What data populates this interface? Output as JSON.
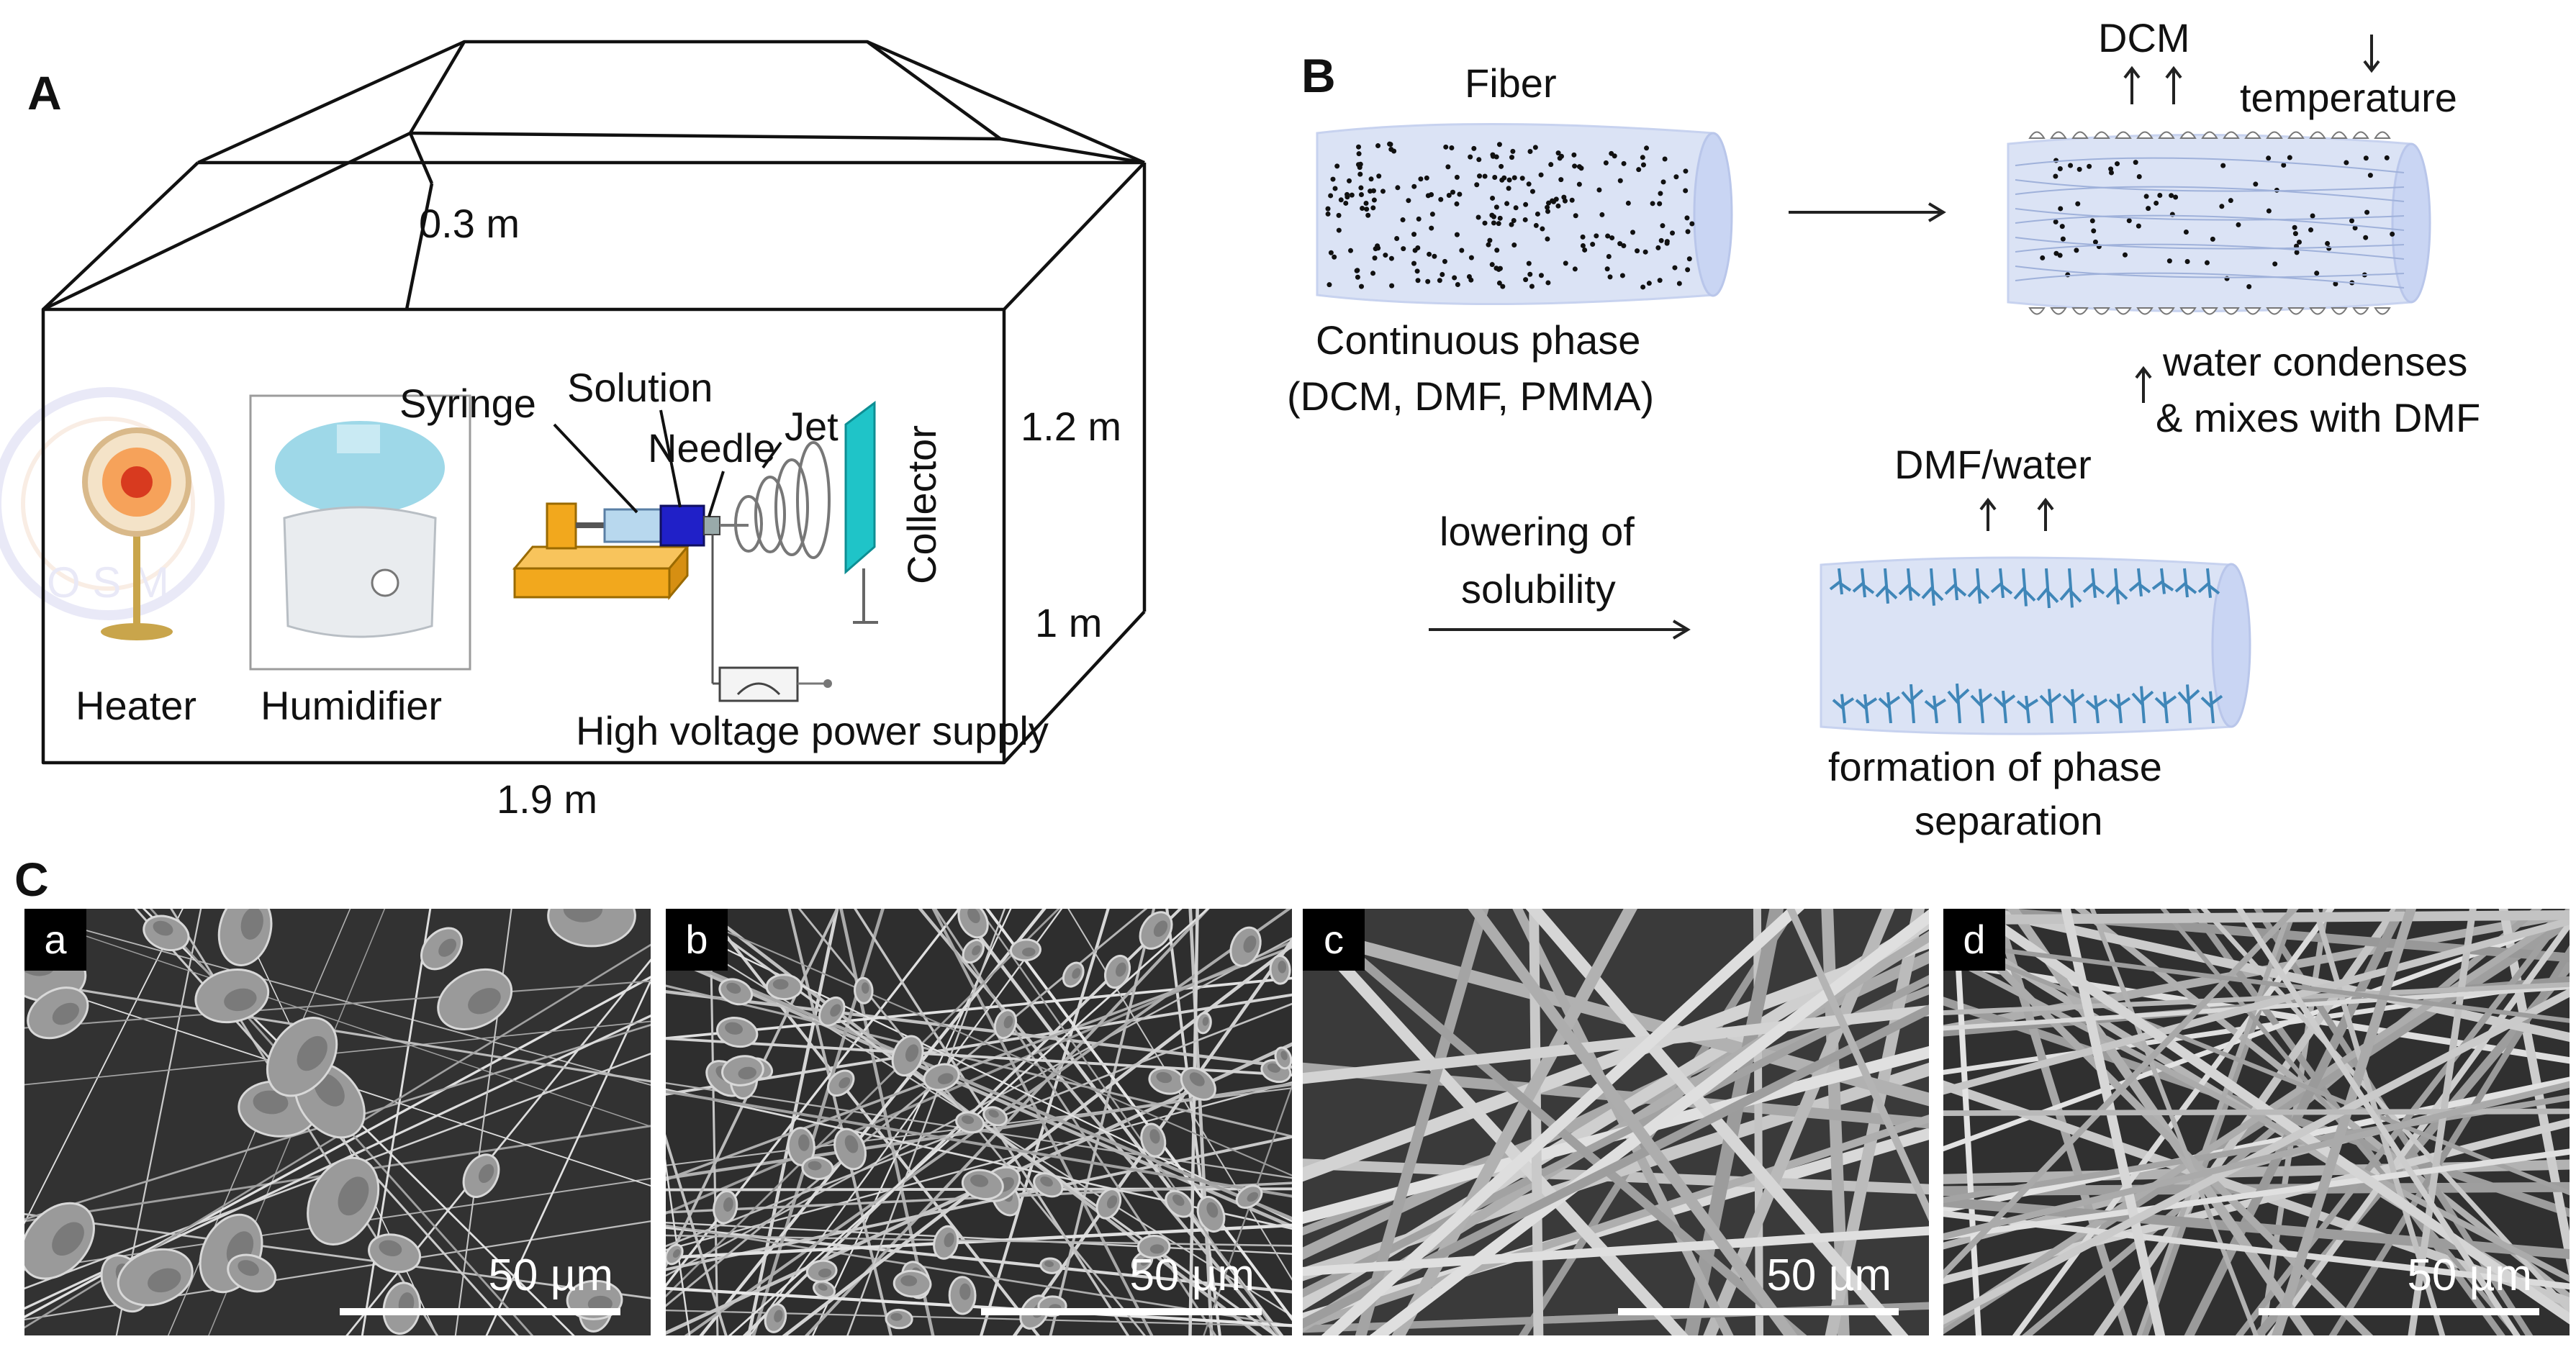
{
  "panel_labels": {
    "a": "A",
    "b": "B",
    "c": "C"
  },
  "panel_a": {
    "dimensions": {
      "depth": "0.3 m",
      "height": "1.2 m",
      "width_depth": "1 m",
      "length": "1.9 m"
    },
    "components": {
      "heater": "Heater",
      "humidifier": "Humidifier",
      "syringe": "Syringe",
      "solution": "Solution",
      "needle": "Needle",
      "jet": "Jet",
      "collector": "Collector",
      "power_supply": "High voltage  power supply"
    }
  },
  "panel_b": {
    "fiber_title": "Fiber",
    "continuous_phase_line1": "Continuous phase",
    "continuous_phase_line2": "(DCM, DMF, PMMA)",
    "dcm": "DCM",
    "temperature": "temperature",
    "water_line1": "water condenses",
    "water_line2": "& mixes with DMF",
    "dmf_water": "DMF/water",
    "lowering_line1": "lowering of",
    "lowering_line2": "solubility",
    "formation_line1": "formation of phase",
    "formation_line2": "separation"
  },
  "panel_c": {
    "images": [
      {
        "letter": "a",
        "scale": "50 µm"
      },
      {
        "letter": "b",
        "scale": "50 µm"
      },
      {
        "letter": "c",
        "scale": "50 µm"
      },
      {
        "letter": "d",
        "scale": "50 µm"
      }
    ]
  },
  "colors": {
    "fiber_fill": "#dbe3f5",
    "fiber_edge": "#b9c6ea",
    "collector": "#1fc4c8",
    "platform": "#f2a81d",
    "syringe_blue": "#2020c8",
    "sem_background": "#2b2b2b"
  }
}
